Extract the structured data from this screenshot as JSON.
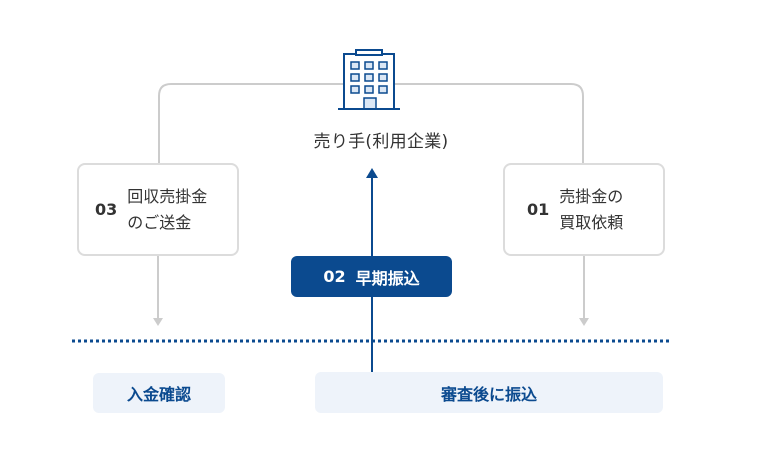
{
  "seller": {
    "label": "売り手(利用企業)",
    "icon": "building-icon"
  },
  "steps": {
    "step03": {
      "number": "03",
      "line1": "回収売掛金",
      "line2": "のご送金"
    },
    "step01": {
      "number": "01",
      "line1": "売掛金の",
      "line2": "買取依頼"
    },
    "step02": {
      "number": "02",
      "label": "早期振込"
    }
  },
  "timeline": {
    "left_label": "入金確認",
    "right_label": "審査後に振込"
  },
  "colors": {
    "primary": "#0b4a8f",
    "connector": "#cccccc",
    "pill_bg": "#eef3fa"
  }
}
